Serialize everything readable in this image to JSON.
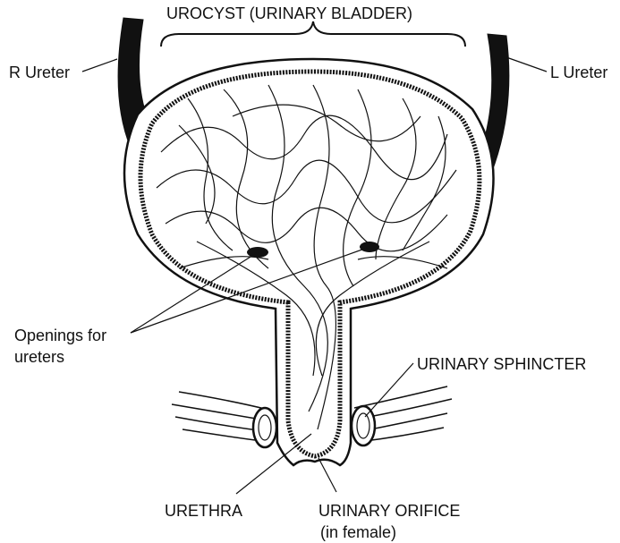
{
  "labels": {
    "bladder": "UROCYST (URINARY BLADDER)",
    "r_ureter": "R Ureter",
    "l_ureter": "L Ureter",
    "openings_line1": "Openings for",
    "openings_line2": "ureters",
    "sphincter": "URINARY SPHINCTER",
    "urethra": "URETHRA",
    "orifice_line1": "URINARY ORIFICE",
    "orifice_line2": "(in female)"
  },
  "colors": {
    "ink": "#111111",
    "paper": "#ffffff"
  }
}
